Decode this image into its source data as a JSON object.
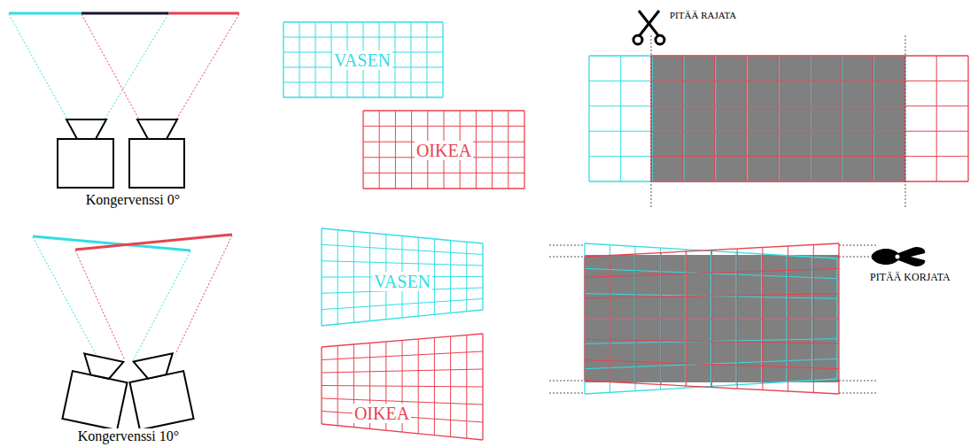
{
  "diagram": {
    "nodes": [
      {
        "text": [
          "VASEN"
        ]
      },
      {
        "text": [
          "OIKEA"
        ]
      },
      {
        "text": [
          "VASEN"
        ]
      },
      {
        "text": [
          "OIKEA"
        ]
      }
    ],
    "labels": [
      "Kongervenssi 0°",
      "PITÄÄ RAJATA",
      "Kongervenssi 10°",
      "PITÄÄ KORJATA"
    ]
  }
}
